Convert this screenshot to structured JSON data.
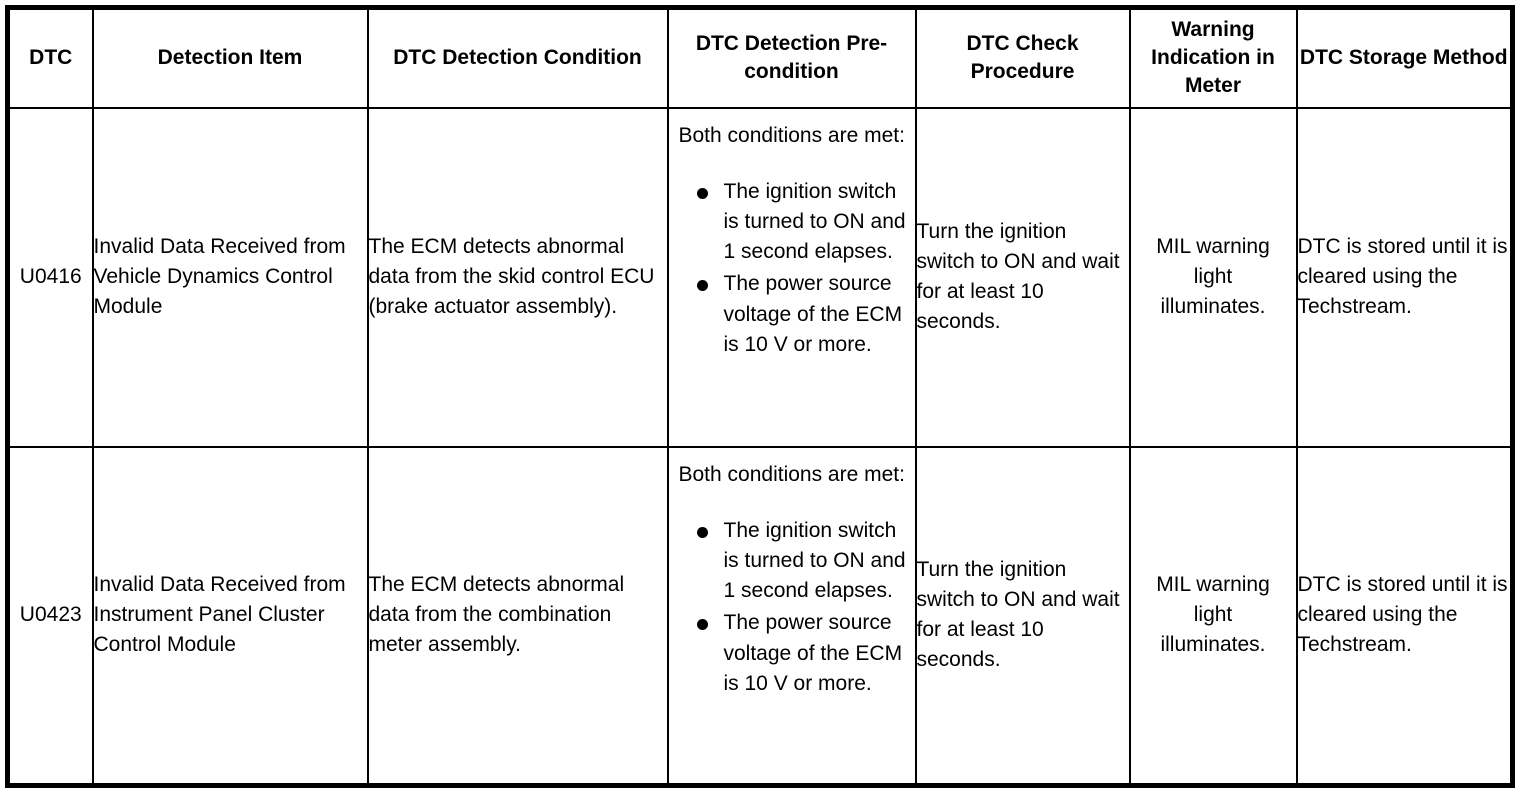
{
  "table": {
    "headers": [
      "DTC",
      "Detection Item",
      "DTC Detection Condition",
      "DTC Detection Pre-condition",
      "DTC Check Procedure",
      "Warning Indication in Meter",
      "DTC Storage Method"
    ],
    "rows": [
      {
        "dtc": "U0416",
        "detection_item": "Invalid Data Received from Vehicle Dynamics Control Module",
        "detection_condition": "The ECM detects abnormal data from the skid control ECU (brake actuator assembly).",
        "pre_condition": {
          "intro": "Both conditions are met:",
          "bullets": [
            "The ignition switch is turned to ON and 1 second elapses.",
            "The power source voltage of the ECM is 10 V or more."
          ]
        },
        "check_procedure": "Turn the ignition switch to ON and wait for at least 10 seconds.",
        "warning_indication": "MIL warning light illuminates.",
        "storage_method": "DTC is stored until it is cleared using the Techstream."
      },
      {
        "dtc": "U0423",
        "detection_item": "Invalid Data Received from Instrument Panel Cluster Control Module",
        "detection_condition": "The ECM detects abnormal data from the combination meter assembly.",
        "pre_condition": {
          "intro": "Both conditions are met:",
          "bullets": [
            "The ignition switch is turned to ON and 1 second elapses.",
            "The power source voltage of the ECM is 10 V or more."
          ]
        },
        "check_procedure": "Turn the ignition switch to ON and wait for at least 10 seconds.",
        "warning_indication": "MIL warning light illuminates.",
        "storage_method": "DTC is stored until it is cleared using the Techstream."
      }
    ]
  },
  "colors": {
    "border": "#000000",
    "text": "#000000",
    "background": "#ffffff"
  }
}
